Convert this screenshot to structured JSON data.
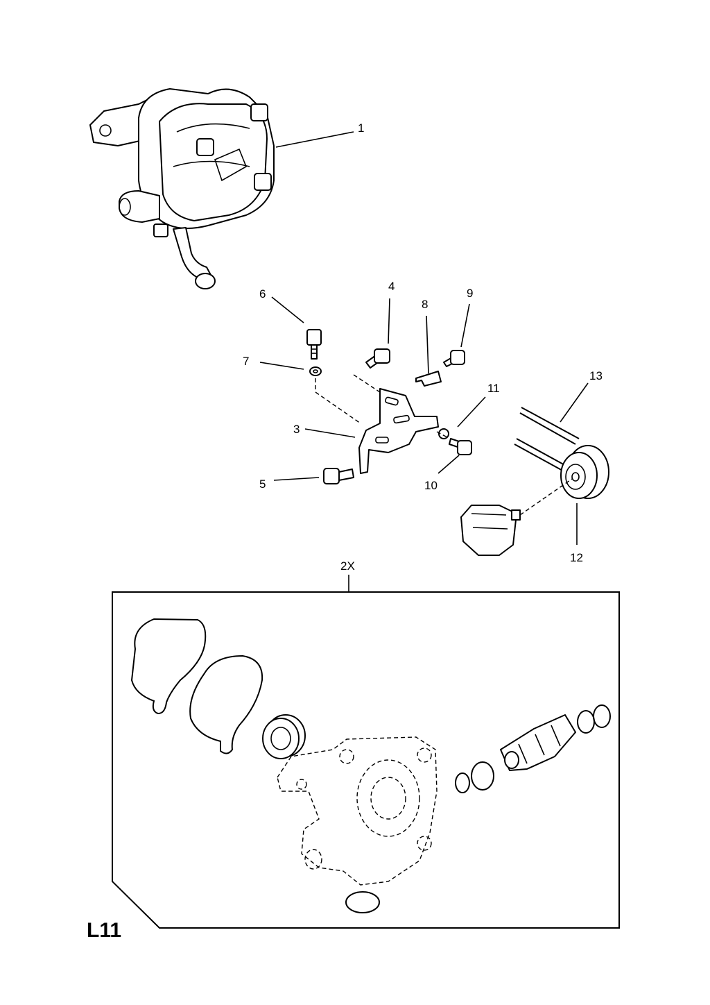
{
  "page_id": "L11",
  "callouts": {
    "c1": "1",
    "c2x": "2X",
    "c3": "3",
    "c4": "4",
    "c5": "5",
    "c6": "6",
    "c7": "7",
    "c8": "8",
    "c9": "9",
    "c10": "10",
    "c11": "11",
    "c12": "12",
    "c13": "13"
  }
}
